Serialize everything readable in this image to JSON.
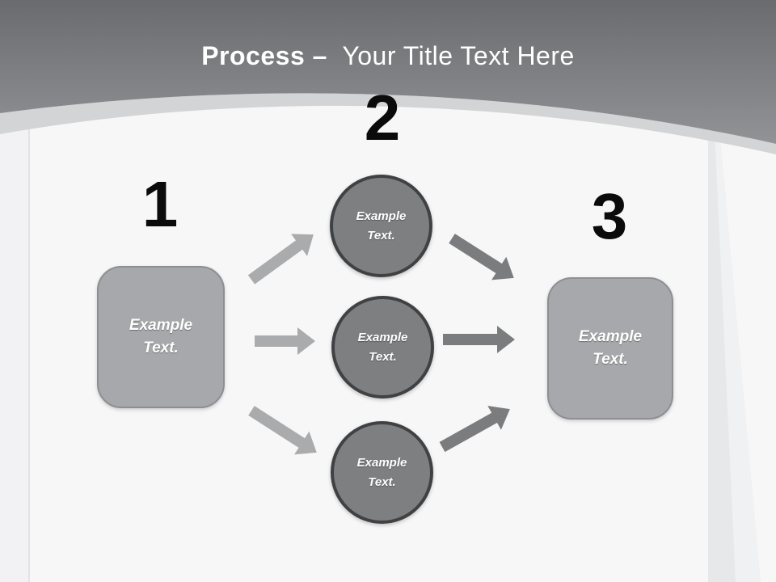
{
  "title": {
    "bold": "Process –",
    "rest": "Your Title Text Here"
  },
  "steps": [
    {
      "number": "1",
      "label": "Example Text."
    },
    {
      "number": "2",
      "label": "Example Text."
    },
    {
      "number": "3",
      "label": "Example Text."
    }
  ],
  "circles": [
    {
      "label": "Example Text."
    },
    {
      "label": "Example Text."
    },
    {
      "label": "Example Text."
    }
  ],
  "colors": {
    "header_top": "#696b6e",
    "header_bottom": "#929396",
    "arc_band": "#d3d4d6",
    "body_bg": "#f7f7f8",
    "left_margin": "#f2f2f4",
    "left_line": "#e2e3e5",
    "wedge": "#e7e8ea",
    "wedge_light": "#f0f1f2",
    "rect_fill": "#a7a8ab",
    "rect_border": "#8e8f92",
    "circle_fill": "#7e7f81",
    "circle_border": "#404143",
    "arrow_light": "#a9abad",
    "arrow_dark": "#7b7c7e",
    "number": "#0b0b0b",
    "title_text": "#ffffff",
    "label_text": "#ffffff"
  }
}
